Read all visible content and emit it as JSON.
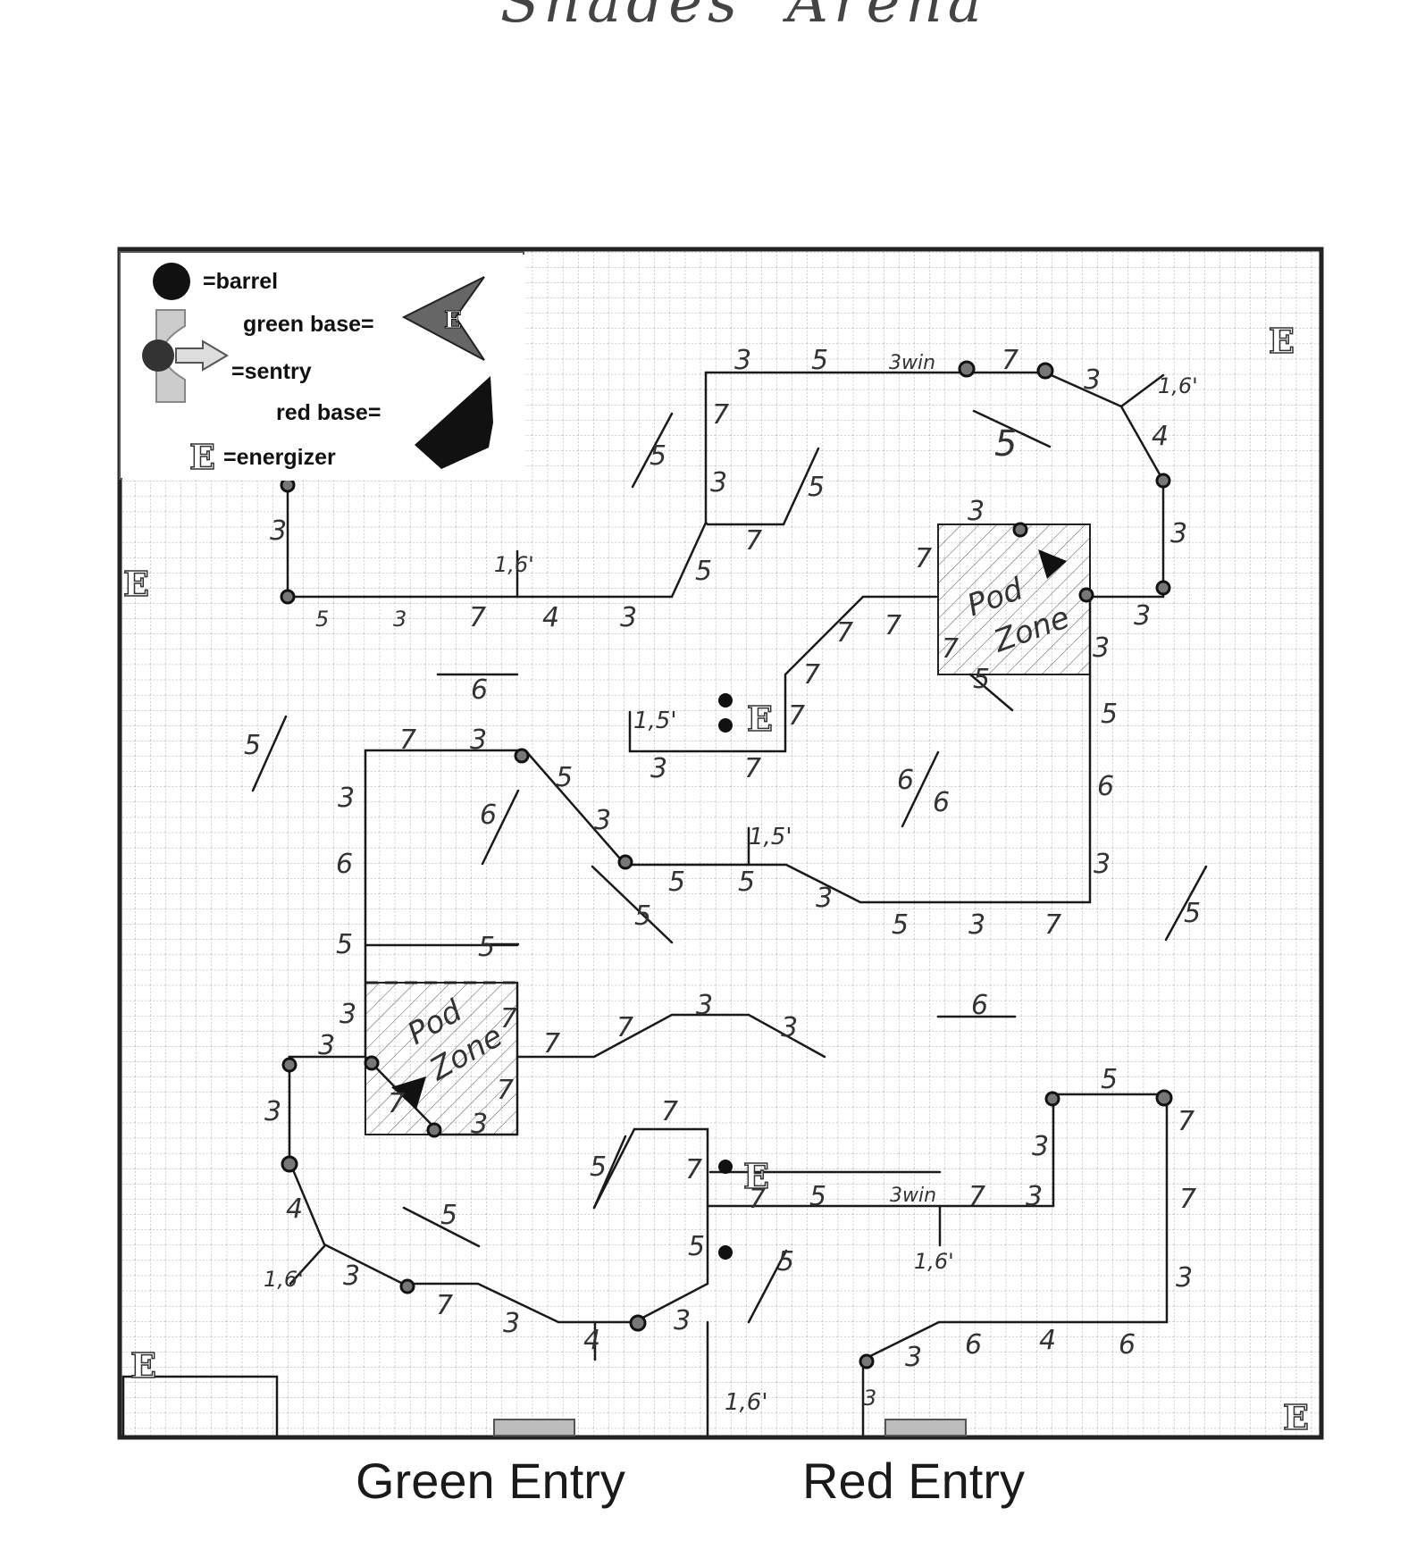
{
  "title": "Shades' Arena",
  "legend": {
    "barrel": "=barrel",
    "green_base": "green base=",
    "sentry": "=sentry",
    "red_base": "red base=",
    "energizer": "=energizer",
    "energizer_glyph": "E"
  },
  "entries": {
    "green": "Green Entry",
    "red": "Red Entry"
  },
  "zones": {
    "pod_zone_top": [
      "Pod",
      "Zone"
    ],
    "pod_zone_bottom": [
      "Pod",
      "Zone"
    ]
  },
  "colors": {
    "grid": "#9a9a9a",
    "wall": "#222222",
    "ink": "#333333",
    "pad": "#bdbdbd"
  }
}
